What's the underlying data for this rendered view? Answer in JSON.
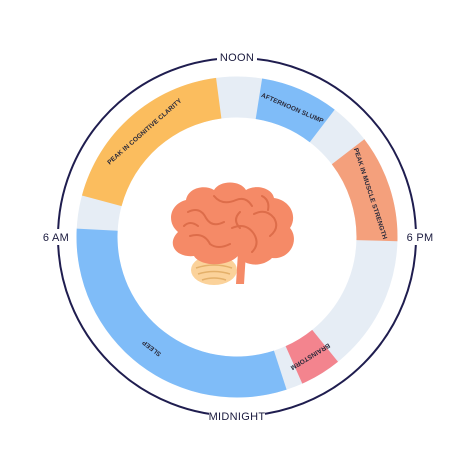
{
  "clock": {
    "labels": {
      "noon": "NOON",
      "six_pm": "6 PM",
      "midnight": "MIDNIGHT",
      "six_am": "6 AM"
    },
    "colors": {
      "outer_ring": "#1f1d4f",
      "track": "#e6edf5",
      "orange": "#fbbd5e",
      "blue": "#7fbcf8",
      "salmon": "#f4a07c",
      "pink": "#f3848e"
    },
    "segments": [
      {
        "name": "peak-cognitive-clarity",
        "label": "PEAK IN COGNITIVE CLARITY",
        "start_hour": 7.0,
        "end_hour": 11.5,
        "color": "#fbbd5e"
      },
      {
        "name": "afternoon-slump",
        "label": "AFTERNOON SLUMP",
        "start_hour": 12.6,
        "end_hour": 14.5,
        "color": "#7fbcf8"
      },
      {
        "name": "peak-muscle-strength",
        "label": "PEAK IN MUSCLE STRENGTH",
        "start_hour": 15.5,
        "end_hour": 18.1,
        "color": "#f4a07c"
      },
      {
        "name": "brainstorm",
        "label": "BRAINSTORM",
        "start_hour": 21.4,
        "end_hour": 22.4,
        "color": "#f3848e"
      },
      {
        "name": "sleep",
        "label": "SLEEP",
        "start_hour": 22.8,
        "end_hour": 30.2,
        "color": "#7fbcf8"
      }
    ],
    "center_icon": "brain-icon"
  }
}
